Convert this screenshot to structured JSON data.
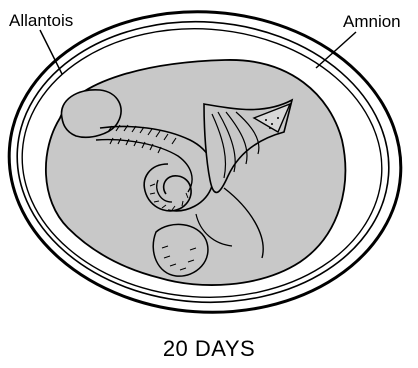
{
  "labels": {
    "allantois": "Allantois",
    "amnion": "Amnion"
  },
  "caption": "20 DAYS",
  "colors": {
    "ink": "#000000",
    "embryo_fill": "#c8c8c8",
    "background": "#ffffff"
  }
}
